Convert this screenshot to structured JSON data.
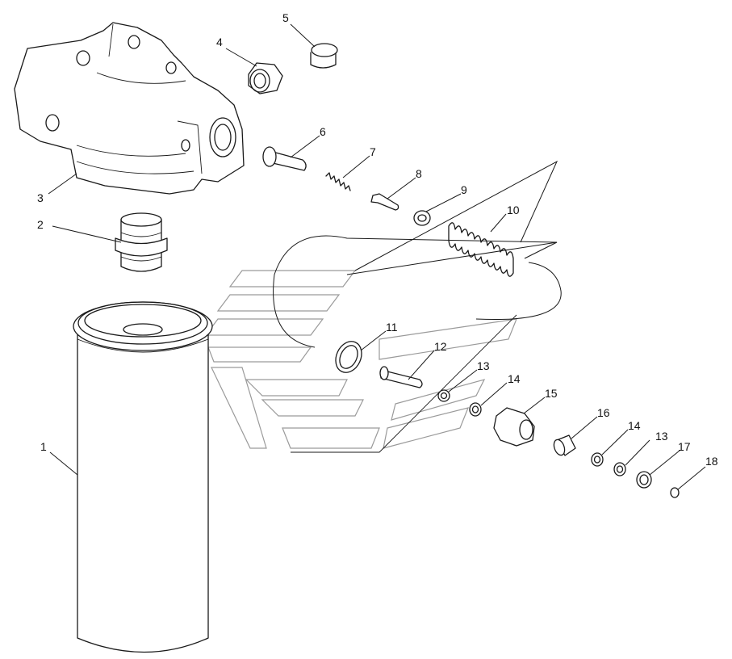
{
  "diagram": {
    "callouts": [
      {
        "id": "c1",
        "text": "1"
      },
      {
        "id": "c2",
        "text": "2"
      },
      {
        "id": "c3",
        "text": "3"
      },
      {
        "id": "c4",
        "text": "4"
      },
      {
        "id": "c5",
        "text": "5"
      },
      {
        "id": "c6",
        "text": "6"
      },
      {
        "id": "c7",
        "text": "7"
      },
      {
        "id": "c8",
        "text": "8"
      },
      {
        "id": "c9",
        "text": "9"
      },
      {
        "id": "c10",
        "text": "10"
      },
      {
        "id": "c11",
        "text": "11"
      },
      {
        "id": "c12",
        "text": "12"
      },
      {
        "id": "c13a",
        "text": "13"
      },
      {
        "id": "c14a",
        "text": "14"
      },
      {
        "id": "c15",
        "text": "15"
      },
      {
        "id": "c16",
        "text": "16"
      },
      {
        "id": "c14b",
        "text": "14"
      },
      {
        "id": "c13b",
        "text": "13"
      },
      {
        "id": "c17",
        "text": "17"
      },
      {
        "id": "c18",
        "text": "18"
      }
    ]
  }
}
